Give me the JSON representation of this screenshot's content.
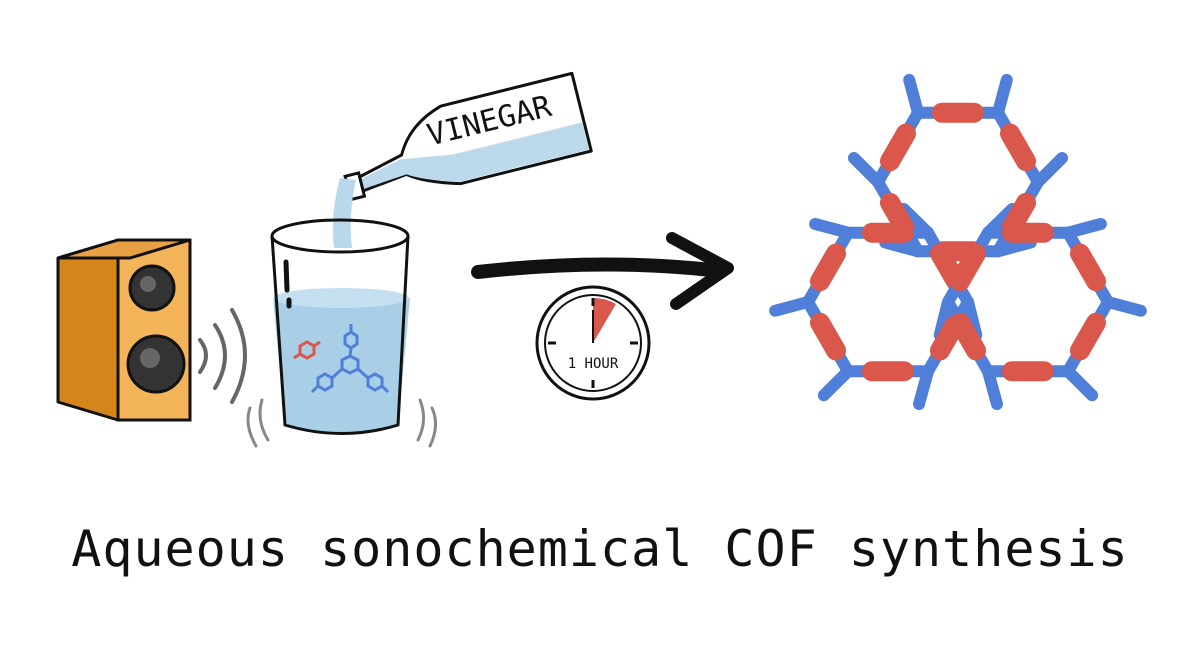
{
  "caption": "Aqueous sonochemical COF synthesis",
  "bottle_label": "VINEGAR",
  "timer_label": "1 HOUR",
  "colors": {
    "speaker_front": "#f4b45a",
    "speaker_side": "#d4861b",
    "water": "#a9cfe6",
    "pour": "#b9d8ec",
    "blue_linker": "#4f7fd9",
    "red_linker": "#d9574b",
    "ink": "#111111"
  },
  "icons": [
    "speaker-icon",
    "sound-waves-icon",
    "beaker-icon",
    "vinegar-bottle-icon",
    "arrow-icon",
    "timer-icon",
    "cof-network-icon"
  ]
}
